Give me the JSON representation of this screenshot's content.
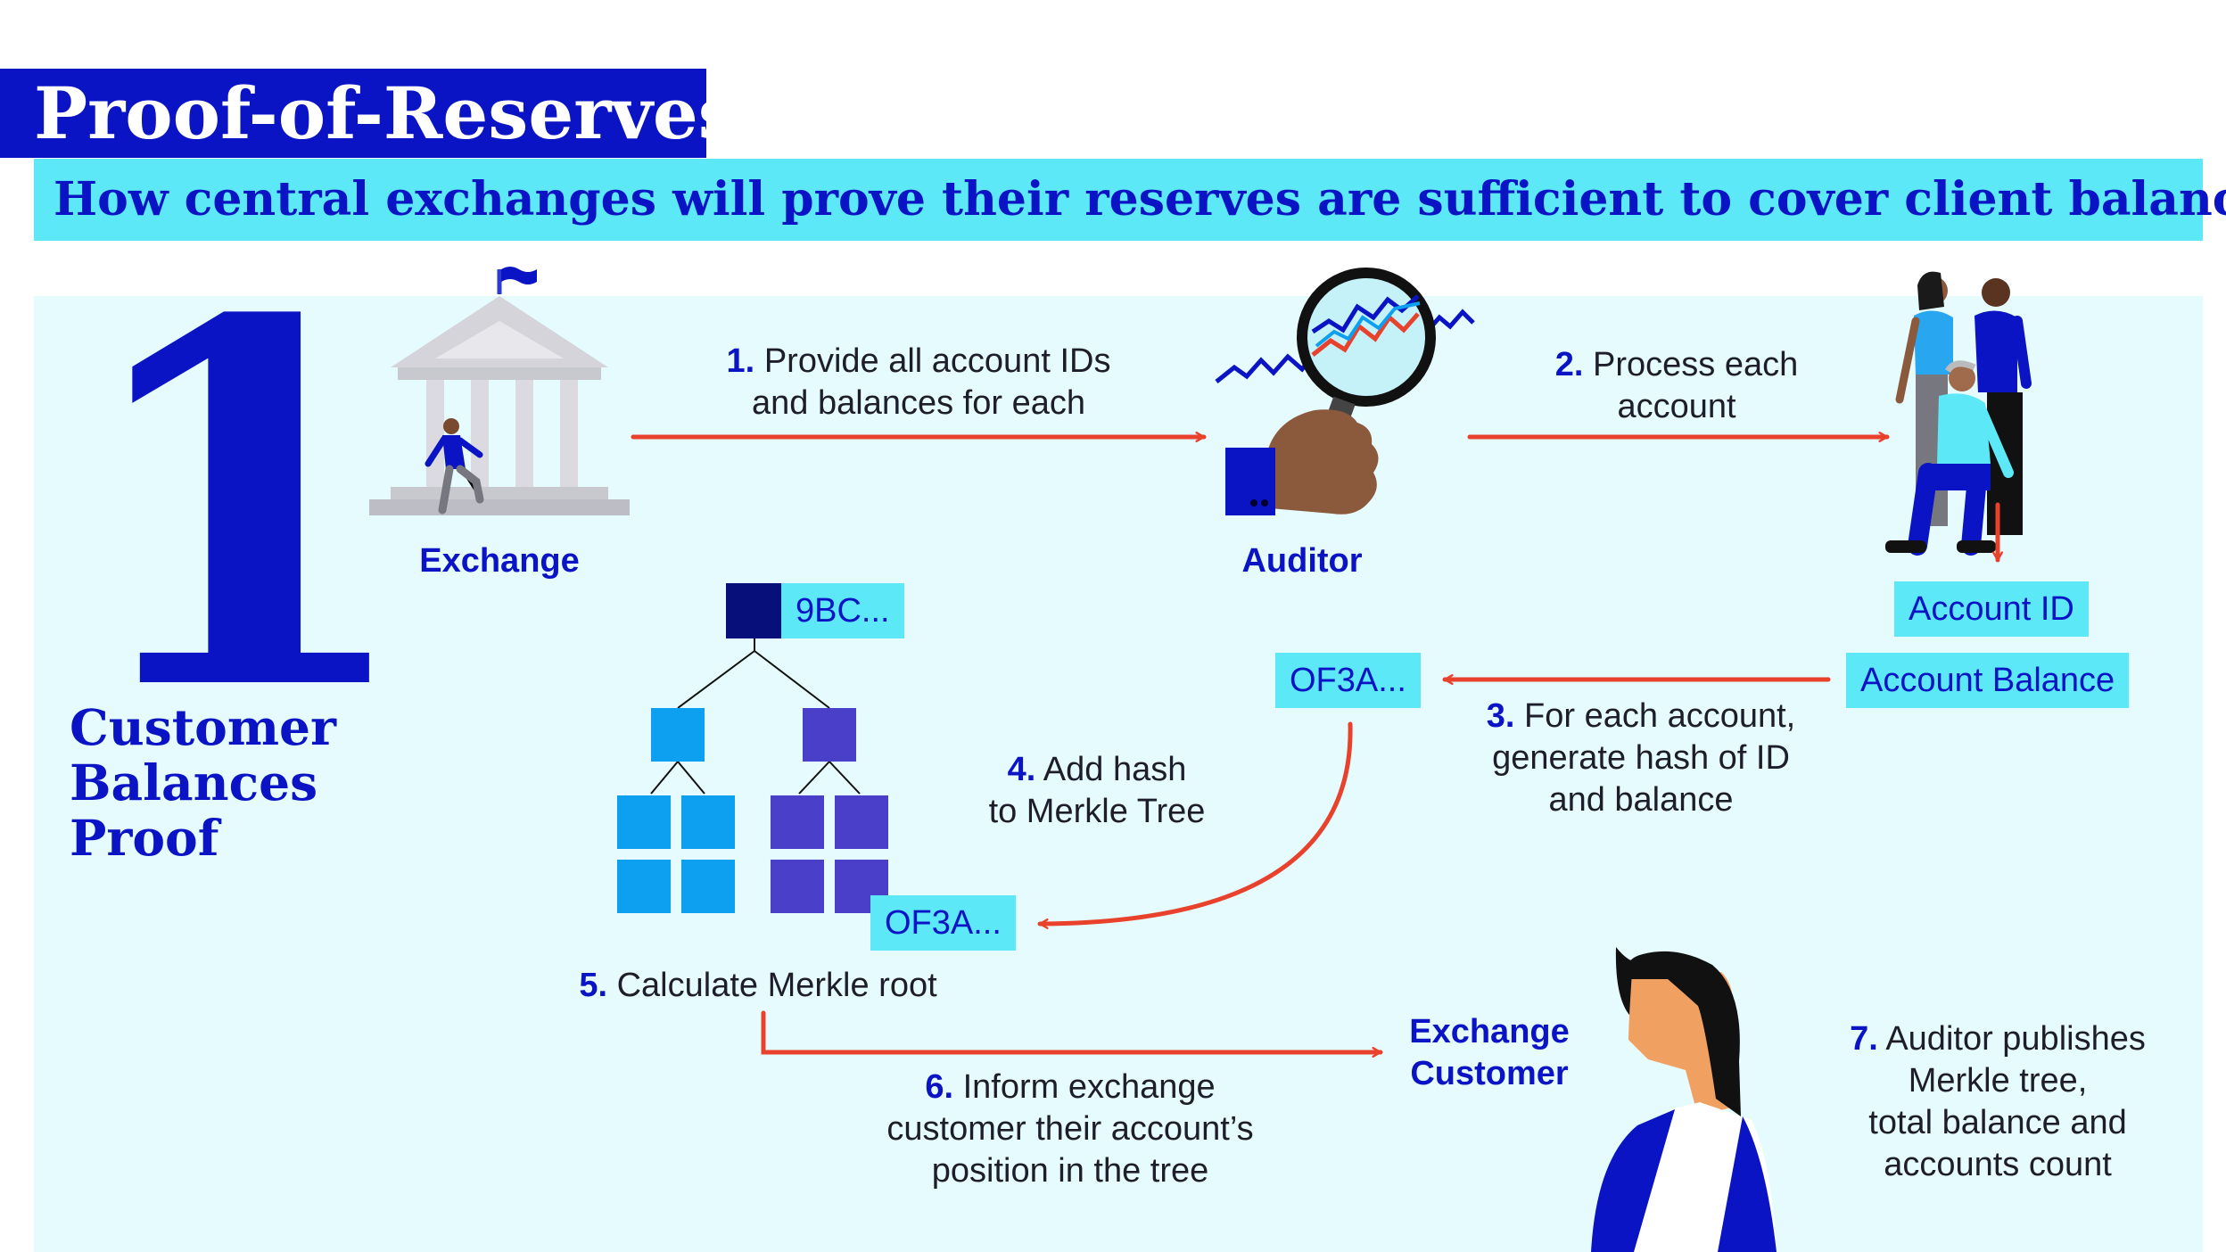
{
  "header": {
    "title": "Proof-of-Reserves",
    "subtitle": "How central exchanges will prove their reserves are sufficient to cover client balances"
  },
  "section": {
    "number": "1",
    "label_line1": "Customer",
    "label_line2": "Balances",
    "label_line3": "Proof"
  },
  "nodes": {
    "exchange": "Exchange",
    "auditor": "Auditor",
    "customer_line1": "Exchange",
    "customer_line2": "Customer"
  },
  "fields": {
    "account_id": "Account ID",
    "account_balance": "Account Balance"
  },
  "hashes": {
    "root": "9BC...",
    "generated": "OF3A...",
    "leaf": "OF3A..."
  },
  "steps": {
    "s1": {
      "num": "1.",
      "line1": "Provide all account IDs",
      "line2": "and balances for each"
    },
    "s2": {
      "num": "2.",
      "line1": "Process each",
      "line2": "account"
    },
    "s3": {
      "num": "3.",
      "line1": "For each account,",
      "line2": "generate hash of ID",
      "line3": "and balance"
    },
    "s4": {
      "num": "4.",
      "line1": "Add hash",
      "line2": "to Merkle Tree"
    },
    "s5": {
      "num": "5.",
      "line1": "Calculate Merkle root"
    },
    "s6": {
      "num": "6.",
      "line1": "Inform exchange",
      "line2": "customer their account’s",
      "line3": "position in the tree"
    },
    "s7": {
      "num": "7.",
      "line1": "Auditor publishes",
      "line2": "Merkle tree,",
      "line3": "total balance and",
      "line4": "accounts count"
    }
  },
  "colors": {
    "brand_blue": "#0a14c4",
    "cyan": "#5ce8f6",
    "panel": "#e6fbfd",
    "arrow_red": "#e8412c",
    "tree_cyan": "#0ea0f0",
    "tree_purple": "#4a3fc8",
    "tree_root": "#07107a"
  }
}
